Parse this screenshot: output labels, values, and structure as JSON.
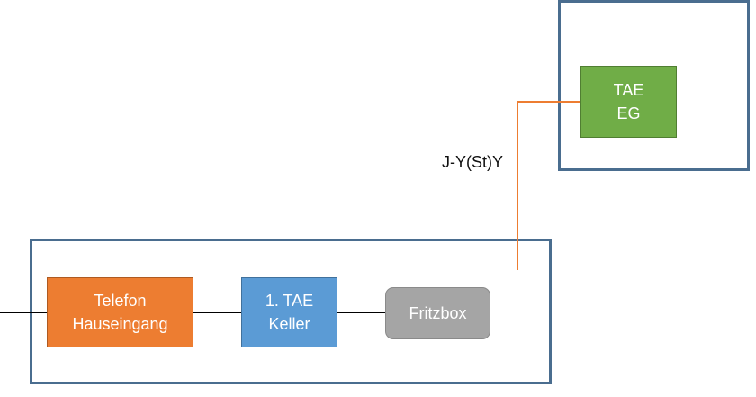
{
  "diagram": {
    "nodes": {
      "telefon": {
        "line1": "Telefon",
        "line2": "Hauseingang",
        "color": "#ed7d31"
      },
      "tae_keller": {
        "line1": "1. TAE",
        "line2": "Keller",
        "color": "#5b9bd5"
      },
      "fritzbox": {
        "label": "Fritzbox",
        "color": "#a5a5a5"
      },
      "tae_eg": {
        "line1": "TAE",
        "line2": "EG",
        "color": "#70ad47"
      }
    },
    "cable_label": "J-Y(St)Y",
    "colors": {
      "frame": "#4a6d8f",
      "cable": "#ed7d31",
      "connector": "#000000"
    }
  }
}
